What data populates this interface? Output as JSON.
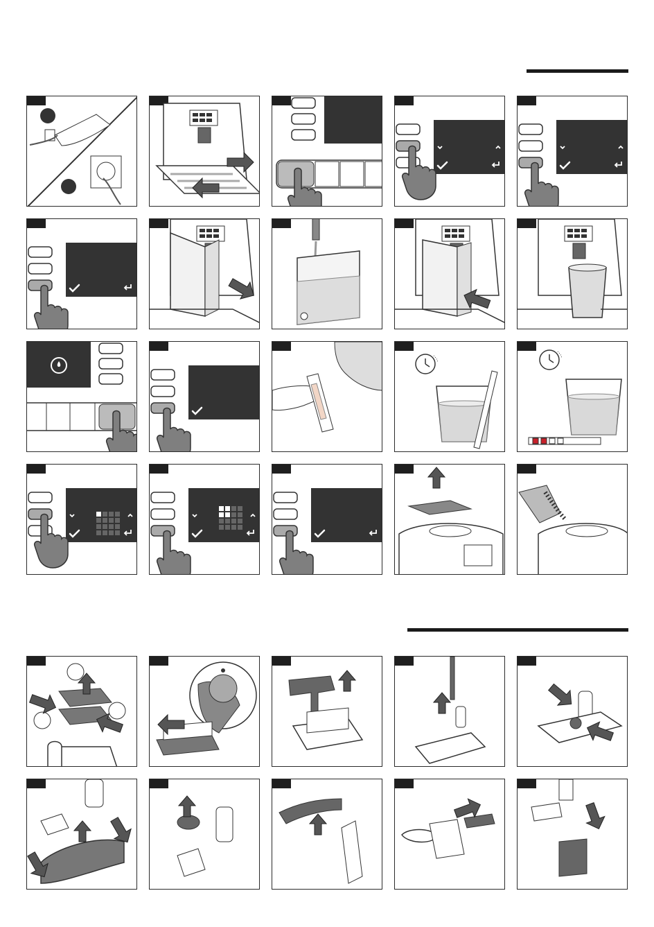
{
  "header_rules": {
    "color": "#1a1a1a"
  },
  "panels": [
    {
      "id": "s1",
      "kind": "plug"
    },
    {
      "id": "s2",
      "kind": "drip-tray"
    },
    {
      "id": "s3",
      "kind": "power-button"
    },
    {
      "id": "s4",
      "kind": "menu-press-middle"
    },
    {
      "id": "s5",
      "kind": "menu-press-bottom"
    },
    {
      "id": "s6",
      "kind": "menu-confirm"
    },
    {
      "id": "s7",
      "kind": "tank-remove"
    },
    {
      "id": "s8",
      "kind": "tank-fill"
    },
    {
      "id": "s9",
      "kind": "tank-insert"
    },
    {
      "id": "s10",
      "kind": "cup-under-spout"
    },
    {
      "id": "s11",
      "kind": "start-button"
    },
    {
      "id": "s12",
      "kind": "menu-confirm-2"
    },
    {
      "id": "s13",
      "kind": "test-strip"
    },
    {
      "id": "s14",
      "kind": "strip-in-glass"
    },
    {
      "id": "s15",
      "kind": "strip-result"
    },
    {
      "id": "s16",
      "kind": "hardness-grid-1"
    },
    {
      "id": "s17",
      "kind": "hardness-grid-2"
    },
    {
      "id": "s18",
      "kind": "menu-confirm-3"
    },
    {
      "id": "s19",
      "kind": "lid-lift"
    },
    {
      "id": "s20",
      "kind": "beans-pour"
    },
    {
      "id": "c1",
      "kind": "brew-unit-release"
    },
    {
      "id": "c2",
      "kind": "brew-unit-lock"
    },
    {
      "id": "c3",
      "kind": "tool-pull"
    },
    {
      "id": "c4",
      "kind": "pin-remove"
    },
    {
      "id": "c5",
      "kind": "press-sides"
    },
    {
      "id": "c6",
      "kind": "tray-separate"
    },
    {
      "id": "c7",
      "kind": "ring-remove"
    },
    {
      "id": "c8",
      "kind": "spout-detach"
    },
    {
      "id": "c9",
      "kind": "nozzle-detach"
    },
    {
      "id": "c10",
      "kind": "valve-detach"
    }
  ],
  "strip_result": {
    "pads": [
      "#c8202a",
      "#c8202a",
      "#ffffff",
      "#ffffff"
    ]
  }
}
